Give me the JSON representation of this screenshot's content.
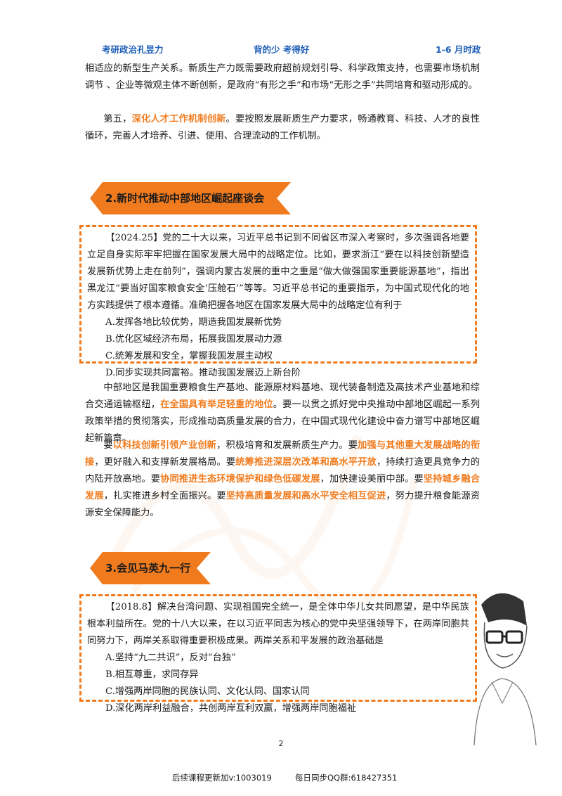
{
  "header": {
    "left": "考研政治孔昱力",
    "center": "背的少 考得好",
    "right": "1-6 月时政"
  },
  "intro": {
    "p1": "相适应的新型生产关系。新质生产力既需要政府超前规划引导、科学政策支持，也需要市场机制调节 、企业等微观主体不断创新，是政府“有形之手”和市场“无形之手”共同培育和驱动形成的。",
    "p2_prefix": "第五，",
    "p2_highlight": "深化人才工作机制创新",
    "p2_rest": "。要按照发展新质生产力要求，畅通教育、科技、人才的良性循环，完善人才培养、引进、使用、合理流动的工作机制。"
  },
  "section2": {
    "title": "2.新时代推动中部地区崛起座谈会",
    "question": {
      "stem": "【2024.25】党的二十大以来，习近平总书记到不同省区市深入考察时，多次强调各地要立足自身实际牢牢把握在国家发展大局中的战略定位。比如，要求浙江“要在以科技创新塑造发展新优势上走在前列”，强调内蒙古发展的重中之重是“做大做强国家重要能源基地”，指出黑龙江“要当好国家粮食安全‘压舱石’”等等。习近平总书记的重要指示，为中国式现代化的地方实践提供了根本遵循。准确把握各地区在国家发展大局中的战略定位有利于",
      "options": [
        "A.发挥各地比较优势，期造我国发展新优势",
        "B.优化区域经济布局，拓展我国发展动力源",
        "C.统筹发展和安全，掌握我国发展主动权",
        "D.同步实现共同富裕。推动我国发展迈上新台阶"
      ]
    },
    "body1_a": "中部地区是我国重要粮食生产基地、能源原材料基地、现代装备制造及高技术产业基地和综合交通运输枢纽，",
    "body1_hl": "在全国具有举足轻重的地位",
    "body1_b": "。要一以贯之抓好党中央推动中部地区崛起一系列政策举措的贯彻落实，形成推动高质量发展的合力，在中国式现代化建设中奋力谱写中部地区崛起新篇章。",
    "body2": {
      "t1": "要",
      "h1": "以科技创新引领产业创新",
      "t2": "，积极培育和发展新质生产力。要",
      "h2": "加强与其他重大发展战略的衔接",
      "t3": "，更好融入和支撑新发展格局。要",
      "h3": "统筹推进深层次改革和高水平开放",
      "t4": "，持续打造更具竞争力的内陆开放高地。要",
      "h4": "协同推进生态环境保护和绿色低碳发展",
      "t5": "，加快建设美丽中部。要",
      "h5": "坚持城乡融合发展",
      "t6": "，扎实推进乡村全面振兴。要",
      "h6": "坚持高质量发展和高水平安全相互促进",
      "t7": "，努力提升粮食能源资源安全保障能力。"
    }
  },
  "section3": {
    "title": "3.会见马英九一行",
    "question": {
      "stem": "【2018.8】解决台湾问题、实现祖国完全统一，是全体中华儿女共同愿望，是中华民族根本利益所在。党的十八大以来，在以习近平同志为核心的党中央坚强领导下，在两岸同胞共同努力下，两岸关系取得重要积极成果。两岸关系和平发展的政治基础是",
      "options": [
        "A.坚持“九二共识”，反对“台独”",
        "B.相互尊重，求同存异",
        "C.增强两岸同胞的民族认同、文化认同、国家认同",
        "D.深化两岸利益融合，共创两岸互利双赢，增强两岸同胞福祉"
      ]
    }
  },
  "page_number": "2",
  "footer": {
    "left": "后续课程更新加v:1003019",
    "right": "每日同步QQ群:618427351"
  },
  "colors": {
    "accent": "#f07b1e",
    "header_blue": "#1f5fb8"
  }
}
